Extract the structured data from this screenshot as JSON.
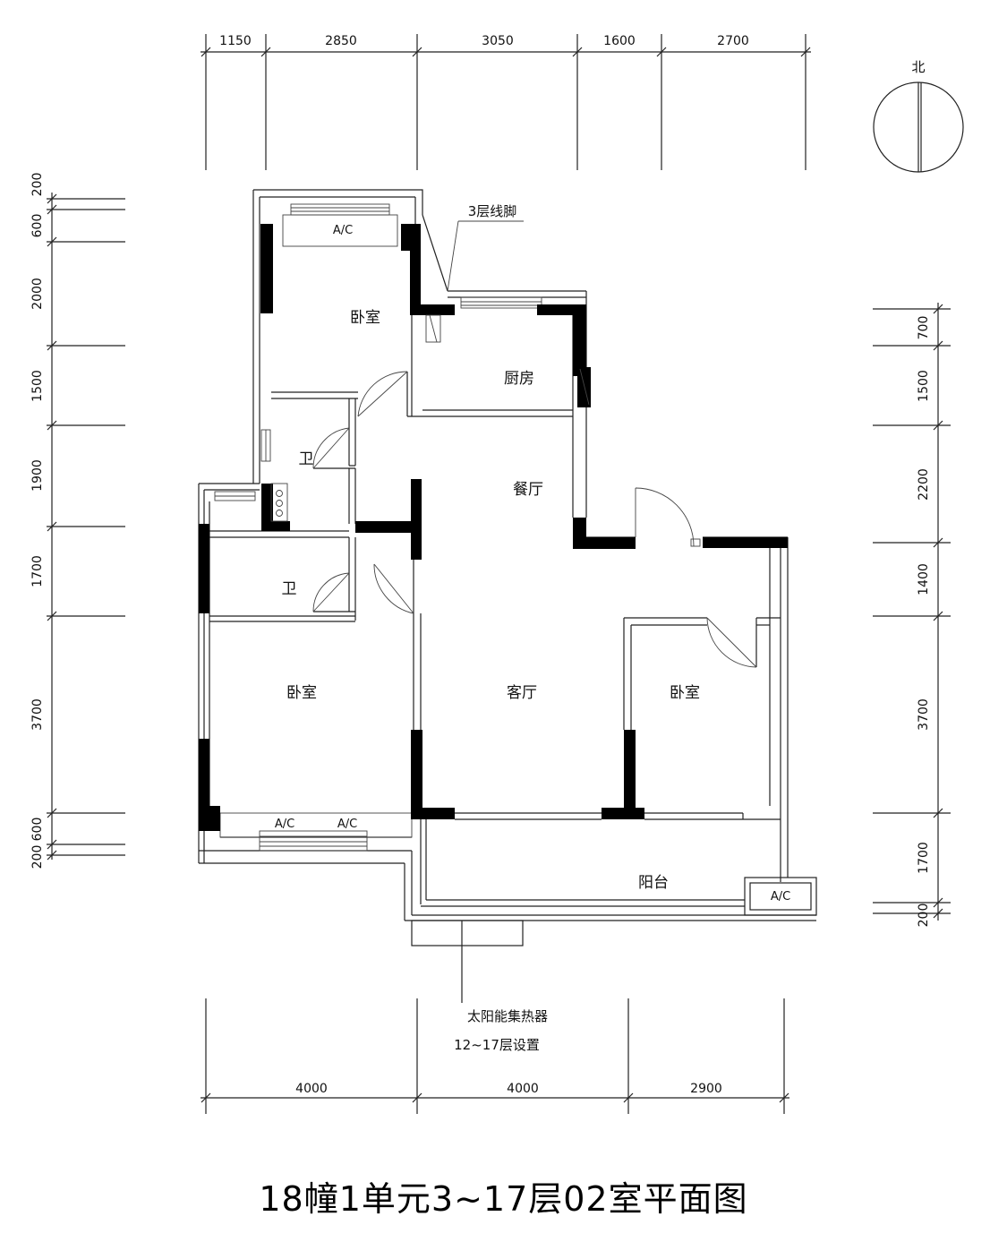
{
  "title": "18幢1单元3~17层02室平面图",
  "compass_label": "北",
  "rooms": {
    "bedroom_top": "卧室",
    "kitchen": "厨房",
    "bath_upper": "卫",
    "dining": "餐厅",
    "bath_lower": "卫",
    "bedroom_left": "卧室",
    "living": "客厅",
    "bedroom_right": "卧室",
    "balcony": "阳台"
  },
  "annotations": {
    "floor_line": "3层线脚",
    "solar_collector": "太阳能集热器",
    "solar_floors": "12~17层设置"
  },
  "ac_label": "A/C",
  "dimensions": {
    "top": [
      "1150",
      "2850",
      "3050",
      "1600",
      "2700"
    ],
    "bottom": [
      "4000",
      "4000",
      "2900"
    ],
    "left": [
      "200",
      "600",
      "2000",
      "1500",
      "1900",
      "1700",
      "3700",
      "600",
      "200"
    ],
    "right": [
      "700",
      "1500",
      "2200",
      "1400",
      "3700",
      "1700",
      "200"
    ]
  }
}
